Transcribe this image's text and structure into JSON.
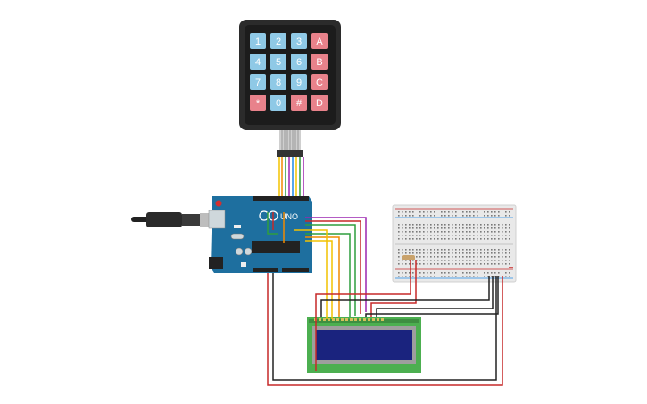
{
  "keypad": {
    "keys": [
      [
        "1",
        "2",
        "3",
        "A"
      ],
      [
        "4",
        "5",
        "6",
        "B"
      ],
      [
        "7",
        "8",
        "9",
        "C"
      ],
      [
        "*",
        "0",
        "#",
        "D"
      ]
    ],
    "digit_color": "#8fc9e6",
    "letter_color": "#e8828b",
    "frame_color": "#2b2b2b"
  },
  "arduino": {
    "logo_text": "UNO",
    "board_color": "#1e6f9f"
  },
  "colors": {
    "wire_red": "#c62828",
    "wire_black": "#222222",
    "wire_yellow": "#f2c200",
    "wire_orange": "#f08a00",
    "wire_green": "#2e9e3e",
    "wire_purple": "#9c27b0",
    "wire_blue": "#1e88e5",
    "lcd_board": "#4caf50",
    "lcd_screen": "#1a237e",
    "breadboard": "#e9e9e9"
  }
}
